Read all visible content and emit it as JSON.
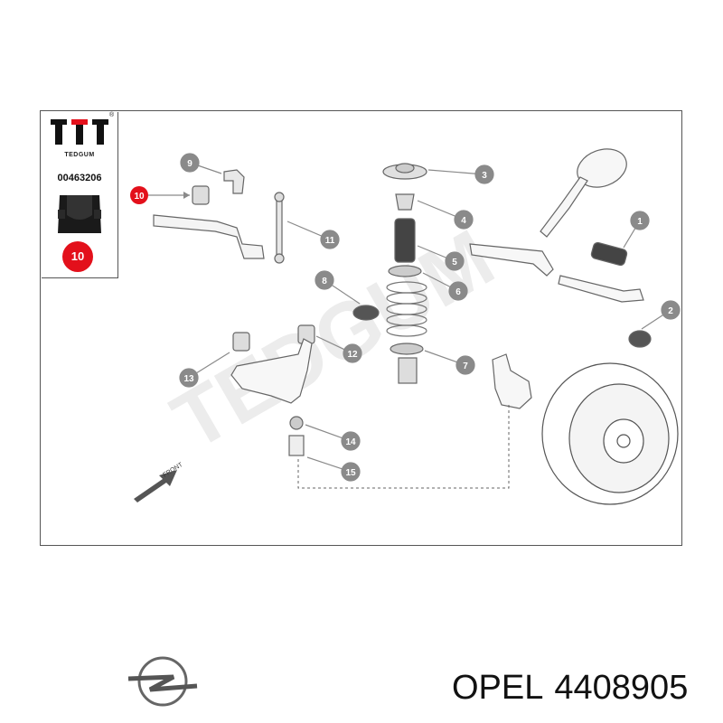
{
  "brand": {
    "name": "TEDGUM",
    "registered": "®",
    "part_code": "00463206",
    "badge": "10"
  },
  "watermark": "TEDGUM",
  "callouts": [
    {
      "num": "1",
      "highlight": false
    },
    {
      "num": "2",
      "highlight": false
    },
    {
      "num": "3",
      "highlight": false
    },
    {
      "num": "4",
      "highlight": false
    },
    {
      "num": "5",
      "highlight": false
    },
    {
      "num": "6",
      "highlight": false
    },
    {
      "num": "7",
      "highlight": false
    },
    {
      "num": "8",
      "highlight": false
    },
    {
      "num": "9",
      "highlight": false
    },
    {
      "num": "10",
      "highlight": true
    },
    {
      "num": "11",
      "highlight": false
    },
    {
      "num": "12",
      "highlight": false
    },
    {
      "num": "13",
      "highlight": false
    },
    {
      "num": "14",
      "highlight": false
    },
    {
      "num": "15",
      "highlight": false
    }
  ],
  "front_label": "FRONT",
  "footer": {
    "maker": "OPEL",
    "part_number": "4408905"
  },
  "colors": {
    "highlight": "#e3101b",
    "callout": "#8a8a8a",
    "line": "#666666",
    "watermark": "#ececec"
  }
}
